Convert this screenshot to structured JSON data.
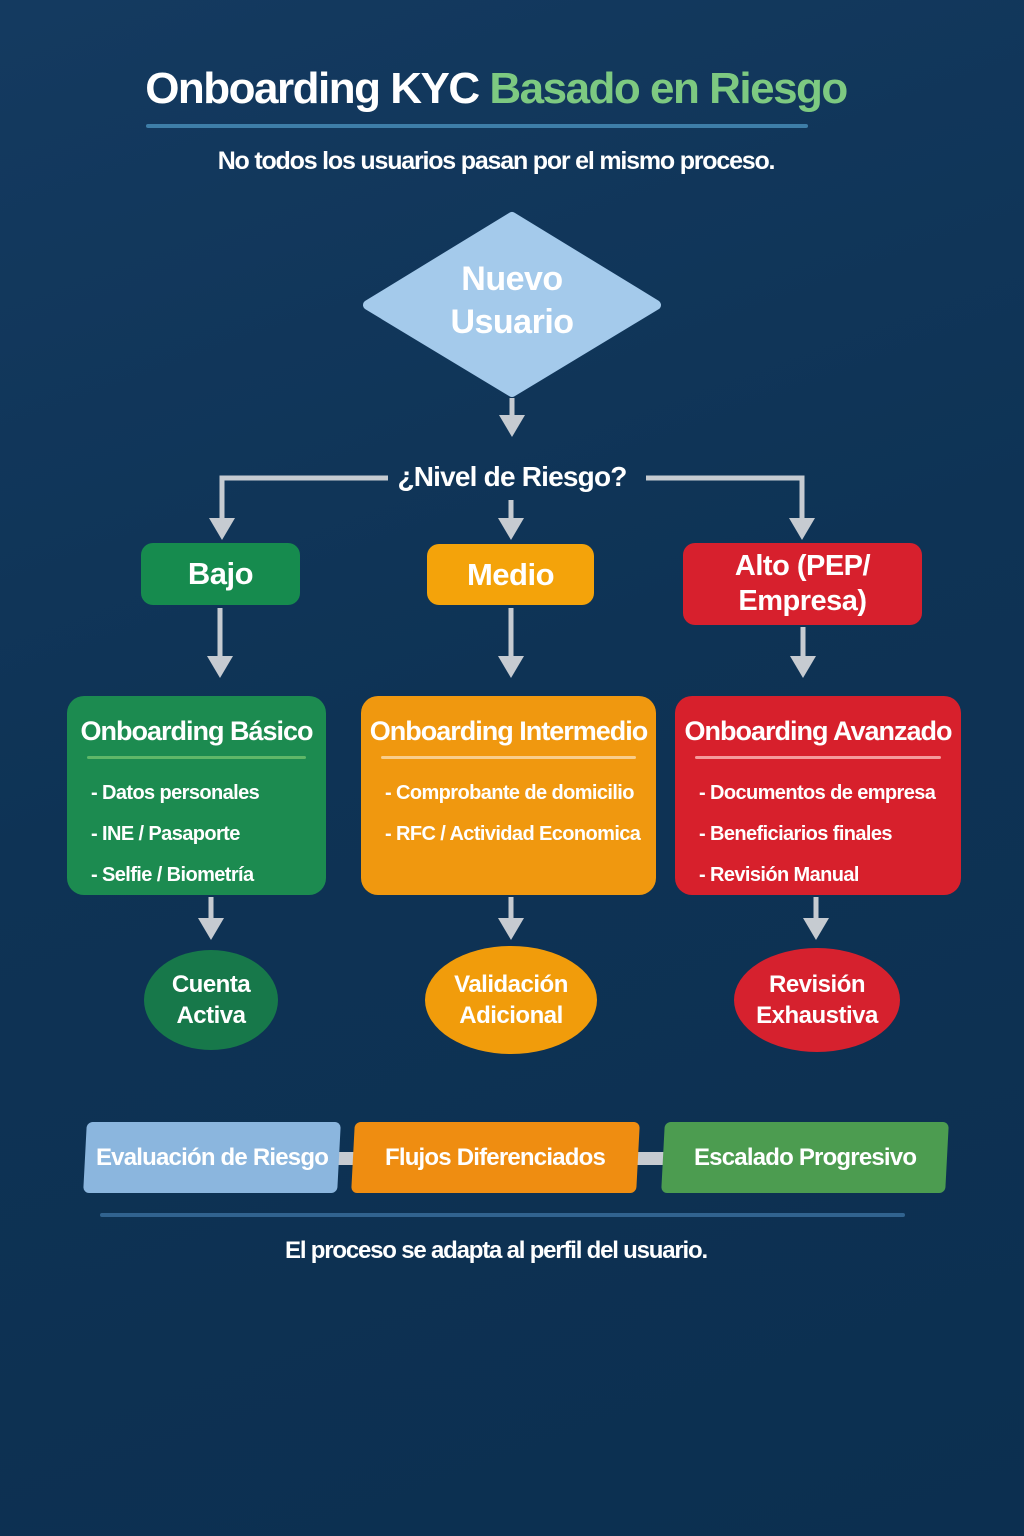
{
  "title": {
    "white": "Onboarding KYC",
    "green": "Basado en Riesgo"
  },
  "subtitle": "No todos los usuarios pasan por el mismo proceso.",
  "flow": {
    "start": "Nuevo Usuario",
    "decision": "¿Nivel de Riesgo?",
    "branches": [
      {
        "level": "Bajo",
        "box_title": "Onboarding Básico",
        "items": [
          "- Datos personales",
          "- INE / Pasaporte",
          "- Selfie / Biometría"
        ],
        "result": "Cuenta Activa"
      },
      {
        "level": "Medio",
        "box_title": "Onboarding Intermedio",
        "items": [
          "- Comprobante de domicilio",
          "- RFC / Actividad Economica"
        ],
        "result": "Validación Adicional"
      },
      {
        "level": "Alto (PEP/ Empresa)",
        "box_title": "Onboarding Avanzado",
        "items": [
          "- Documentos de empresa",
          "- Beneficiarios finales",
          "- Revisión Manual"
        ],
        "result": "Revisión Exhaustiva"
      }
    ]
  },
  "footer": {
    "pillars": [
      "Evaluación de Riesgo",
      "Flujos Diferenciados",
      "Escalado Progresivo"
    ],
    "note": "El proceso se adapta al perfil del usuario."
  },
  "colors": {
    "background": "#0e3355",
    "diamond": "#a4caeb",
    "arrow": "#c6cbd1",
    "text_white": "#ffffff",
    "title_green": "#7dc981",
    "title_divider": "#3e7ea8",
    "green_pill": "#168b4e",
    "green_box": "#1c8b50",
    "green_ellipse": "#17784a",
    "green_underline": "#5fb768",
    "orange_pill": "#f4a30a",
    "orange_box": "#f0980f",
    "orange_ellipse": "#f19c0b",
    "orange_underline": "#f9ce8c",
    "red_pill": "#d7202d",
    "red_box": "#d7202c",
    "red_ellipse": "#d6212e",
    "red_underline": "#f59a9c",
    "banner_blue": "#8bb6de",
    "banner_orange": "#ef8d11",
    "banner_green": "#4c9c50",
    "footer_divider": "#31638f"
  }
}
